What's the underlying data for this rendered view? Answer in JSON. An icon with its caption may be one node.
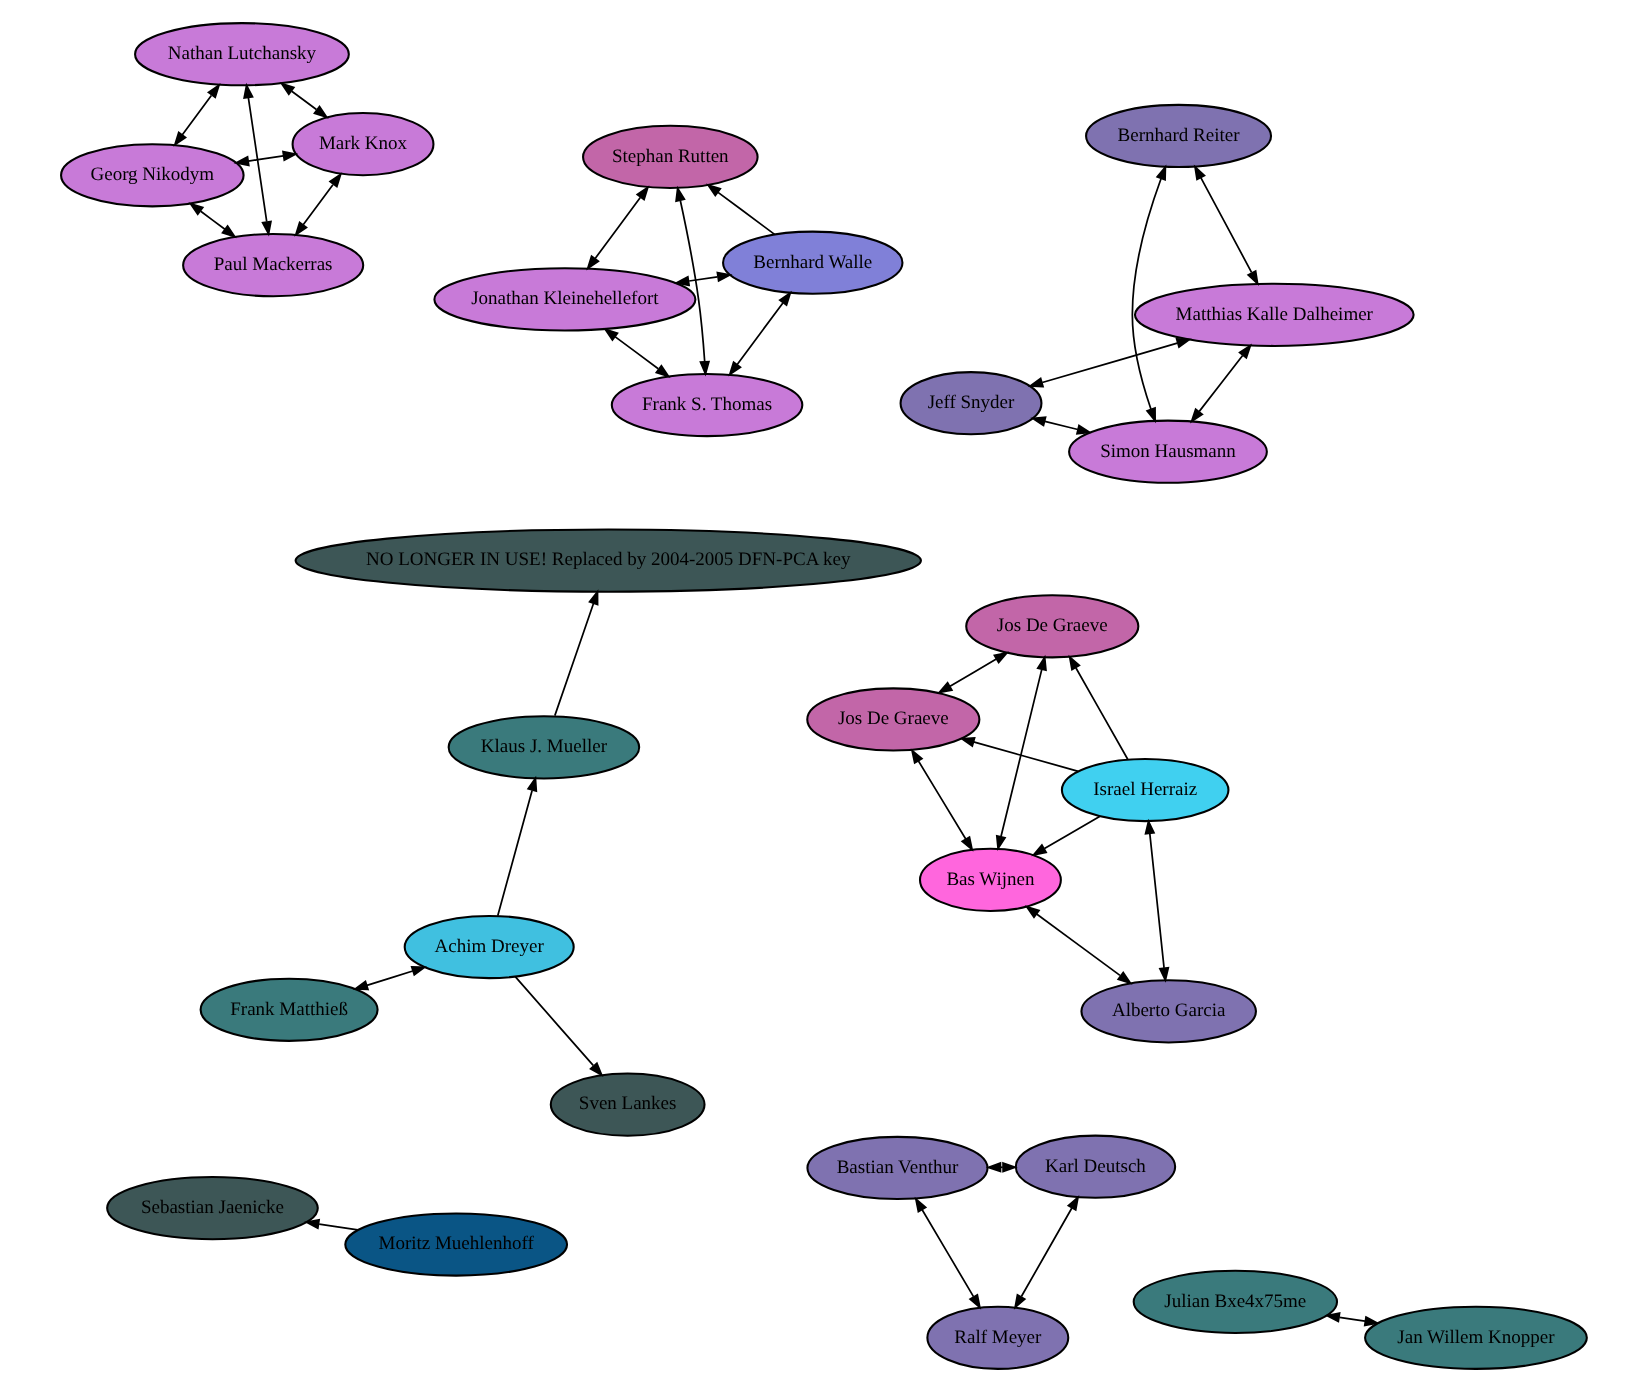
{
  "diagram": {
    "nodes": [
      {
        "text": [
          "Jonathan Kleinehellefort"
        ]
      },
      {
        "text": [
          "Bernhard Walle"
        ]
      },
      {
        "text": [
          "Frank S. Thomas"
        ]
      },
      {
        "text": [
          "Stephan Rutten"
        ]
      },
      {
        "text": [
          "Jos De Graeve"
        ]
      },
      {
        "text": [
          "Israel Herraiz"
        ]
      },
      {
        "text": [
          "Alberto Garcia"
        ]
      },
      {
        "text": [
          "Jos De Graeve"
        ]
      },
      {
        "text": [
          "Bas Wijnen"
        ]
      },
      {
        "text": [
          "Jeff Snyder"
        ]
      },
      {
        "text": [
          "Frank Matthieß"
        ]
      },
      {
        "text": [
          "Sven Lankes"
        ]
      },
      {
        "text": [
          "Sebastian Jaenicke"
        ]
      },
      {
        "text": [
          "Moritz Muehlenhoff"
        ]
      },
      {
        "text": [
          "Georg Nikodym"
        ]
      },
      {
        "text": [
          "Achim Dreyer"
        ]
      },
      {
        "text": [
          "Mark Knox"
        ]
      },
      {
        "text": [
          "Paul Mackerras"
        ]
      },
      {
        "text": [
          "Matthias Kalle Dalheimer"
        ]
      },
      {
        "text": [
          "Simon Hausmann"
        ]
      },
      {
        "text": [
          "Nathan Lutchansky"
        ]
      },
      {
        "text": [
          "Klaus J. Mueller"
        ]
      },
      {
        "text": [
          "Bernhard Reiter"
        ]
      },
      {
        "text": [
          "NO LONGER IN USE! Replaced by 2004-2005 DFN-PCA key"
        ]
      },
      {
        "text": [
          "Bastian Venthur"
        ]
      },
      {
        "text": [
          "Karl Deutsch"
        ]
      },
      {
        "text": [
          "Julian Bxe4x75me"
        ]
      },
      {
        "text": [
          "Jan Willem Knopper"
        ]
      },
      {
        "text": [
          "Ralf Meyer"
        ]
      }
    ],
    "edges": [
      {
        "from": 0,
        "to": 2,
        "arrow": "both"
      },
      {
        "from": 0,
        "to": 1,
        "arrow": "both"
      },
      {
        "from": 0,
        "to": 3,
        "arrow": "both"
      },
      {
        "from": 1,
        "to": 2,
        "arrow": "both"
      },
      {
        "from": 1,
        "to": 3,
        "arrow": "to"
      },
      {
        "from": 2,
        "to": 3,
        "arrow": "both"
      },
      {
        "from": 5,
        "to": 4,
        "arrow": "to"
      },
      {
        "from": 4,
        "to": 7,
        "arrow": "both"
      },
      {
        "from": 4,
        "to": 8,
        "arrow": "both"
      },
      {
        "from": 5,
        "to": 7,
        "arrow": "to"
      },
      {
        "from": 5,
        "to": 8,
        "arrow": "to"
      },
      {
        "from": 5,
        "to": 6,
        "arrow": "both"
      },
      {
        "from": 7,
        "to": 8,
        "arrow": "both"
      },
      {
        "from": 6,
        "to": 8,
        "arrow": "both"
      },
      {
        "from": 9,
        "to": 19,
        "arrow": "both"
      },
      {
        "from": 9,
        "to": 18,
        "arrow": "both"
      },
      {
        "from": 19,
        "to": 18,
        "arrow": "both"
      },
      {
        "from": 19,
        "to": 22,
        "arrow": "both"
      },
      {
        "from": 18,
        "to": 22,
        "arrow": "both"
      },
      {
        "from": 13,
        "to": 12,
        "arrow": "to"
      },
      {
        "from": 10,
        "to": 15,
        "arrow": "both"
      },
      {
        "from": 15,
        "to": 11,
        "arrow": "to"
      },
      {
        "from": 15,
        "to": 21,
        "arrow": "to"
      },
      {
        "from": 21,
        "to": 23,
        "arrow": "to"
      },
      {
        "from": 14,
        "to": 17,
        "arrow": "both"
      },
      {
        "from": 14,
        "to": 20,
        "arrow": "both"
      },
      {
        "from": 14,
        "to": 16,
        "arrow": "both"
      },
      {
        "from": 17,
        "to": 16,
        "arrow": "both"
      },
      {
        "from": 17,
        "to": 20,
        "arrow": "both"
      },
      {
        "from": 16,
        "to": 20,
        "arrow": "both"
      },
      {
        "from": 24,
        "to": 25,
        "arrow": "both"
      },
      {
        "from": 24,
        "to": 28,
        "arrow": "both"
      },
      {
        "from": 25,
        "to": 28,
        "arrow": "both"
      },
      {
        "from": 26,
        "to": 27,
        "arrow": "both"
      }
    ]
  }
}
